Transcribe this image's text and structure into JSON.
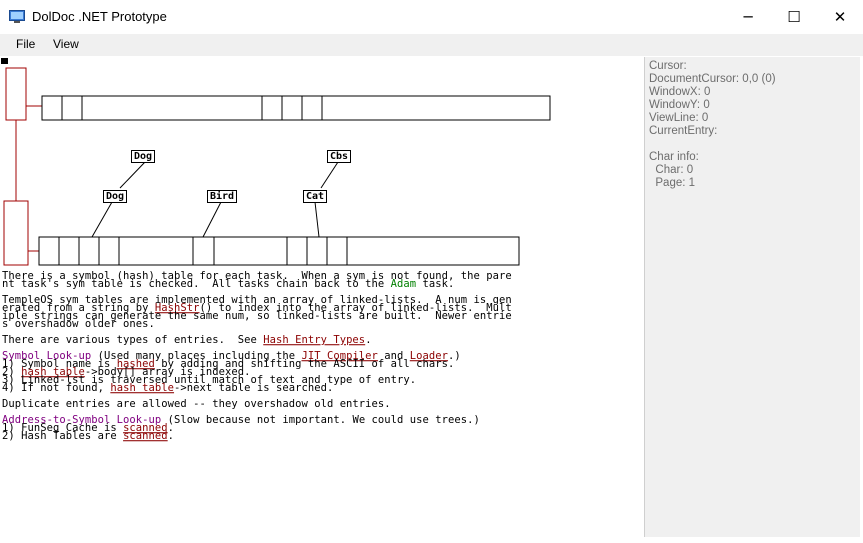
{
  "window": {
    "title": "DolDoc .NET Prototype",
    "minimize": "─",
    "maximize": "☐",
    "close": "✕"
  },
  "menu": {
    "file": "File",
    "view": "View"
  },
  "diagram": {
    "labels": {
      "dog1": "Dog",
      "cbs": "Cbs",
      "dog2": "Dog",
      "bird": "Bird",
      "cat": "Cat"
    }
  },
  "doc": {
    "l1": "There is a symbol (hash) table for each task.  When a sym is not found, the pare",
    "l2a": "nt task's sym table is checked.  All tasks chain back to the ",
    "l2b": "Adam",
    "l2c": " task.",
    "l3": "TempleOS sym tables are implemented with an array of linked-lists.  A num is gen",
    "l4a": "erated from a string by ",
    "l4b": "HashStr",
    "l4c": "() to index into the array of linked-lists.  Mult",
    "l5": "iple strings can generate the same num, so linked-lists are built.  Newer entrie",
    "l6": "s overshadow older ones.",
    "l7a": "There are various types of entries.  See ",
    "l7b": "Hash Entry Types",
    "l7c": ".",
    "l8a": "Symbol Look-up",
    "l8b": " (Used many places including the ",
    "l8c": "JIT Compiler",
    "l8d": " and ",
    "l8e": "Loader",
    "l8f": ".)",
    "l9a": "1) Symbol name is ",
    "l9b": "hashed",
    "l9c": " by adding and shifting the ASCII of all chars.",
    "l10a": "2) ",
    "l10b": "hash table",
    "l10c": "->body[] array is indexed.",
    "l11": "3) Linked-lst is traversed until match of text and type of entry.",
    "l12a": "4) If not found, ",
    "l12b": "hash table",
    "l12c": "->next table is searched.",
    "l13": "Duplicate entries are allowed -- they overshadow old entries.",
    "l14a": "Address-to-Symbol Look-up",
    "l14b": " (Slow because not important. We could use trees.)",
    "l15a": "1) FunSeg Cache is ",
    "l15b": "scanned",
    "l15c": ".",
    "l16a": "2) Hash Tables are ",
    "l16b": "scanned",
    "l16c": "."
  },
  "sidebar": {
    "cursor": "Cursor:",
    "document_cursor": "DocumentCursor: 0,0 (0)",
    "window_x": "WindowX: 0",
    "window_y": "WindowY: 0",
    "view_line": "ViewLine: 0",
    "current_entry": "CurrentEntry:",
    "char_info": "Char info:",
    "char": "  Char: 0",
    "page": "  Page: 1"
  },
  "colors": {
    "link": "#8b0000",
    "heading": "#800080",
    "adam": "#008000",
    "diagram_red": "#a00000"
  }
}
